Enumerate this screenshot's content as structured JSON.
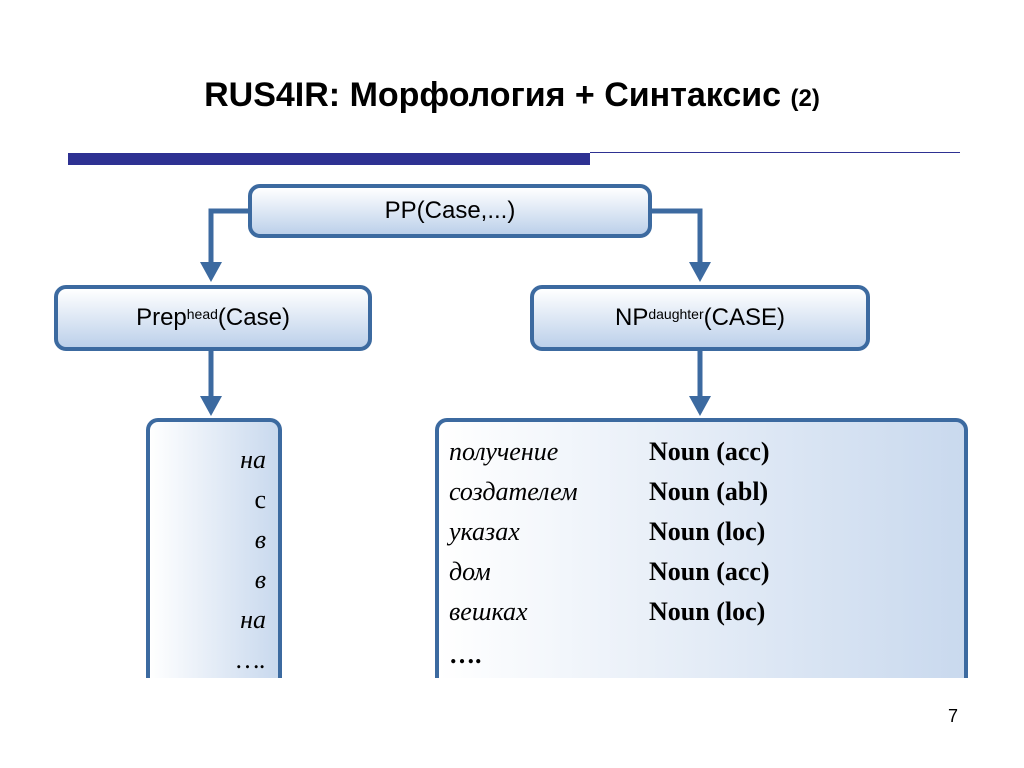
{
  "slide": {
    "title": "RUS4IR: Морфология + Синтаксис",
    "title_suffix": "(2)",
    "page_number": "7"
  },
  "diagram": {
    "root": {
      "label": "PP(Case,...)"
    },
    "left": {
      "base": "Prep",
      "sup": "head",
      "rest": "(Case)"
    },
    "right": {
      "base": "NP",
      "sup": "daughter",
      "rest": "(CASE)"
    },
    "prepositions": [
      "на",
      "с",
      "в",
      "в",
      "на",
      "…."
    ],
    "nouns": [
      {
        "word": "получение",
        "tag": "Noun (acc)"
      },
      {
        "word": "создателем",
        "tag": "Noun (abl)"
      },
      {
        "word": "указах",
        "tag": "Noun (loc)"
      },
      {
        "word": "дом",
        "tag": "Noun (acc)"
      },
      {
        "word": "вешках",
        "tag": "Noun (loc)"
      }
    ],
    "nouns_ellipsis": "…."
  },
  "colors": {
    "accent": "#2e3192",
    "node_border": "#3c6aa0",
    "node_fill": "#bcd0ea"
  }
}
